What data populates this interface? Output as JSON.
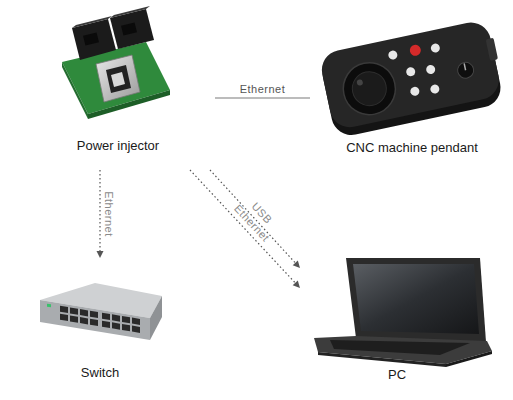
{
  "diagram": {
    "nodes": [
      {
        "text": [
          "Power injector"
        ]
      },
      {
        "text": [
          "CNC machine pendant"
        ]
      },
      {
        "text": [
          "Switch"
        ]
      },
      {
        "text": [
          "PC"
        ]
      }
    ],
    "edges": [
      {
        "from": 0,
        "to": 1,
        "label": "Ethernet",
        "arrow": "none"
      },
      {
        "from": 0,
        "to": 2,
        "label": "Ethernet",
        "arrow": "to"
      },
      {
        "from": 0,
        "to": 3,
        "label": "USB",
        "arrow": "to"
      },
      {
        "from": 0,
        "to": 3,
        "label": "Ethernet",
        "arrow": "to"
      }
    ]
  }
}
